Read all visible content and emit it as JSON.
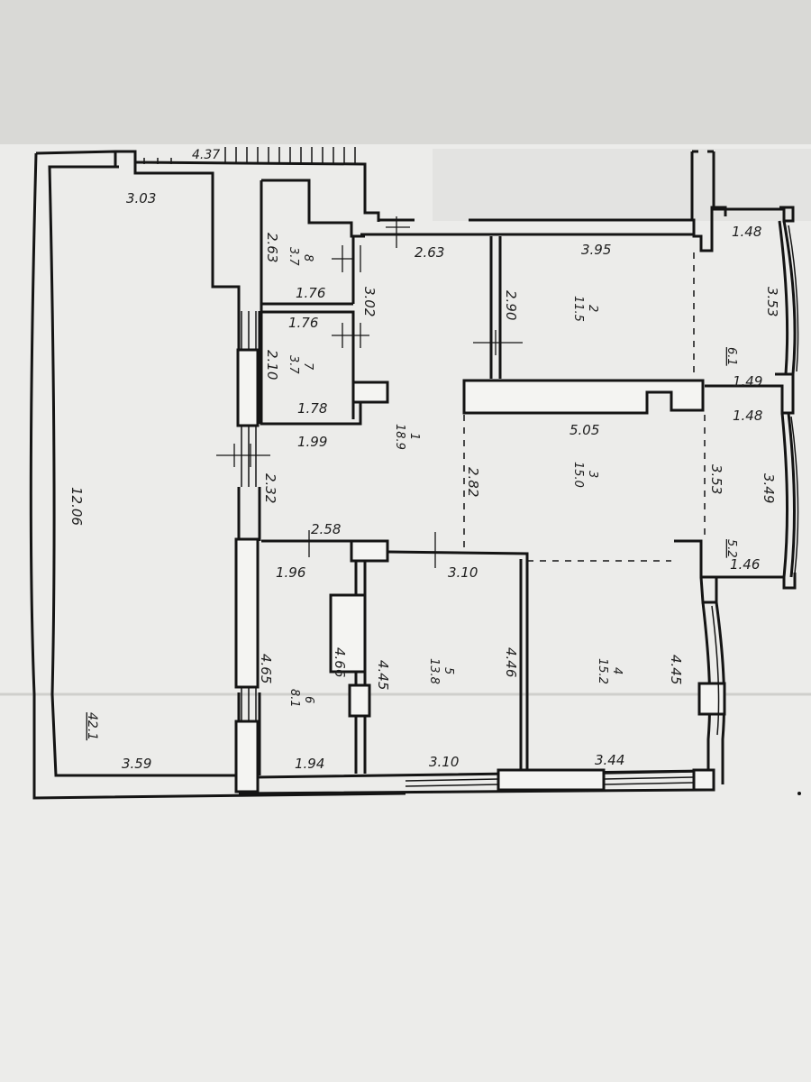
{
  "plan": {
    "top_partial": "4.37",
    "overall_height": "12.06",
    "dimensions": {
      "d_303": "3.03",
      "d_263a": "2.63",
      "d_263b": "2.63",
      "d_395": "3.95",
      "d_148a": "1.48",
      "d_353a": "3.53",
      "d_176a": "1.76",
      "d_302": "3.02",
      "d_176b": "1.76",
      "d_290": "2.90",
      "d_210": "2.10",
      "d_178": "1.78",
      "d_149": "1.49",
      "d_148b": "1.48",
      "d_505": "5.05",
      "d_199": "1.99",
      "d_282": "2.82",
      "d_232": "2.32",
      "d_353b": "3.53",
      "d_349": "3.49",
      "d_258": "2.58",
      "d_196": "1.96",
      "d_310a": "3.10",
      "d_146": "1.46",
      "d_466": "4.66",
      "d_445a": "4.45",
      "d_446": "4.46",
      "d_445b": "4.45",
      "d_465": "4.65",
      "d_359": "3.59",
      "d_194": "1.94",
      "d_310b": "3.10",
      "d_344": "3.44"
    },
    "rooms": [
      {
        "num": "1",
        "area": "18.9"
      },
      {
        "num": "2",
        "area": "11.5"
      },
      {
        "num": "3",
        "area": "15.0"
      },
      {
        "num": "4",
        "area": "15.2"
      },
      {
        "num": "5",
        "area": "13.8"
      },
      {
        "num": "6",
        "area": "8.1"
      },
      {
        "num": "7",
        "area": "3.7"
      },
      {
        "num": "8",
        "area": "3.7"
      }
    ],
    "balconies": {
      "b1": "6.1",
      "b2": "5.2",
      "terrace": "42.1"
    }
  }
}
